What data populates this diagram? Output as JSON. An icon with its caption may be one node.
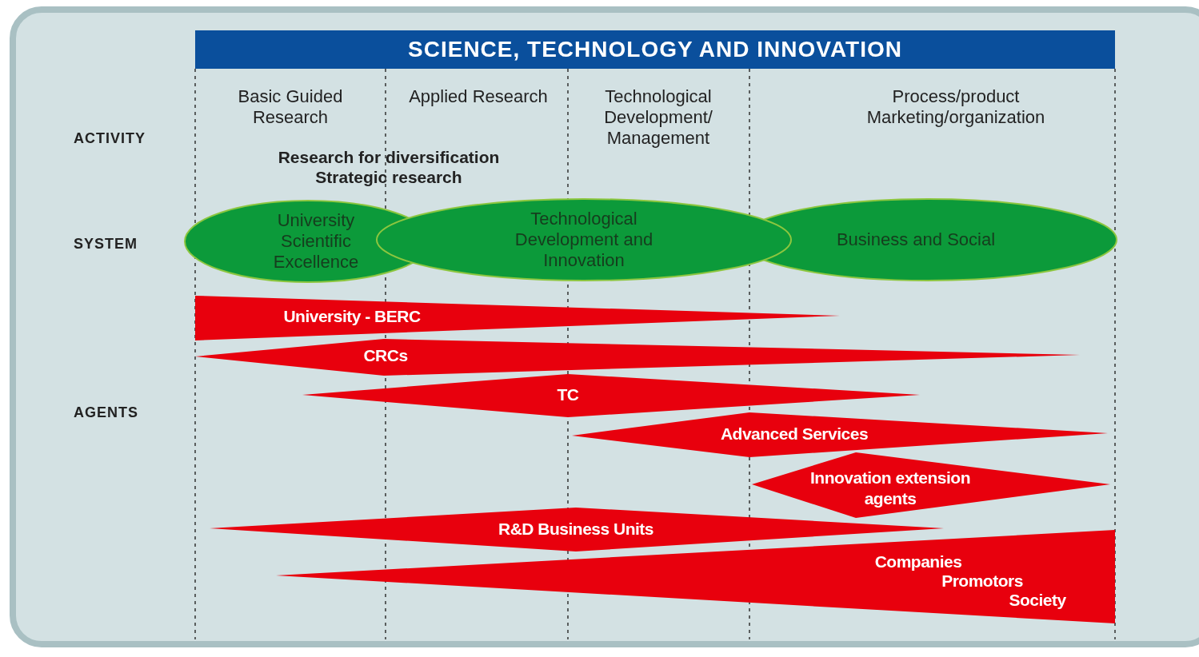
{
  "diagram": {
    "title": "SCIENCE, TECHNOLOGY AND INNOVATION",
    "nodes": [
      {
        "text": [
          "University Scientific Excellence"
        ]
      },
      {
        "text": [
          "Technological Development and Innovation"
        ]
      },
      {
        "text": [
          "Business and Social"
        ]
      },
      {
        "text": [
          "University - BERC"
        ]
      },
      {
        "text": [
          "CRCs"
        ]
      },
      {
        "text": [
          "TC"
        ]
      },
      {
        "text": [
          "Advanced Services"
        ]
      },
      {
        "text": [
          "Innovation extension agents"
        ]
      },
      {
        "text": [
          "R&D Business Units"
        ]
      },
      {
        "text": [
          "Companies",
          "Promotors",
          "Society"
        ]
      }
    ],
    "edges": [],
    "labels": [
      "Basic Guided Research",
      "Applied Research",
      "Technological Development/ Management",
      "Process/product Marketing/organization",
      "ACTIVITY",
      "Research for diversification",
      "Strategic research",
      "SYSTEM",
      "AGENTS"
    ]
  }
}
